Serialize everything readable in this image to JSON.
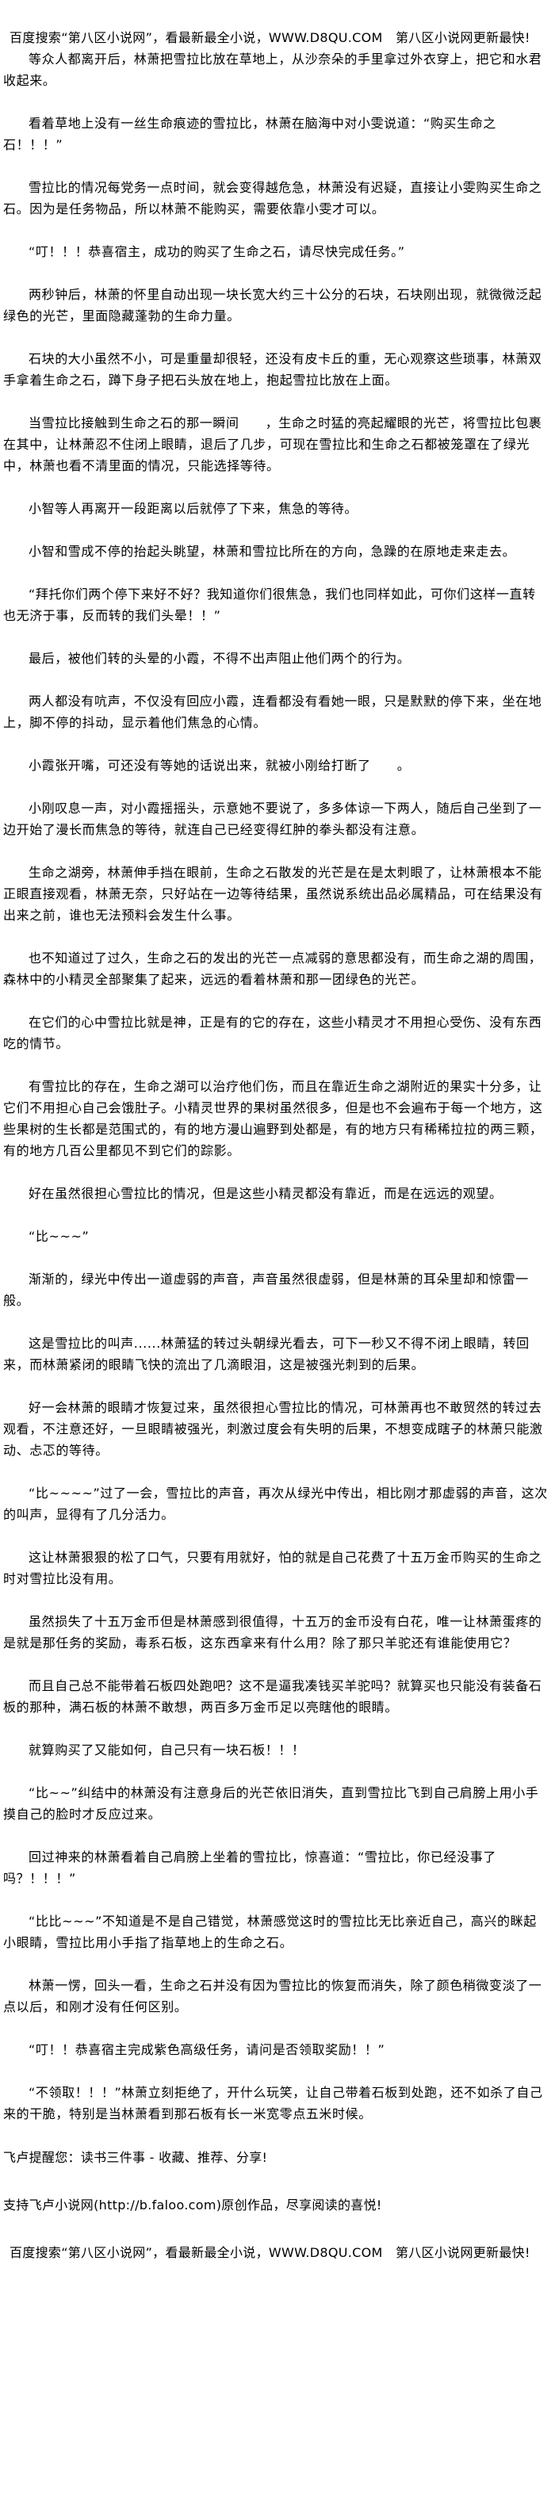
{
  "header": {
    "ad_text": "百度搜索“第八区小说网”，看最新最全小说，WWW.D8QU.COM　第八区小说网更新最快!"
  },
  "chapter": {
    "paragraphs": [
      "等众人都离开后，林萧把雪拉比放在草地上，从沙奈朵的手里拿过外衣穿上，把它和水君收起来。",
      "看着草地上没有一丝生命痕迹的雪拉比，林萧在脑海中对小雯说道：“购买生命之石！！！”",
      "雪拉比的情况每党务一点时间，就会变得越危急，林萧没有迟疑，直接让小雯购买生命之石。因为是任务物品，所以林萧不能购买，需要依靠小雯才可以。",
      "“叮！！！恭喜宿主，成功的购买了生命之石，请尽快完成任务。”",
      "两秒钟后，林萧的怀里自动出现一块长宽大约三十公分的石块，石块刚出现，就微微泛起绿色的光芒，里面隐藏蓬勃的生命力量。",
      "石块的大小虽然不小，可是重量却很轻，还没有皮卡丘的重，无心观察这些琐事，林萧双手拿着生命之石，蹲下身子把石头放在地上，抱起雪拉比放在上面。",
      "当雪拉比接触到生命之石的那一瞬间　　，生命之时猛的亮起耀眼的光芒，将雪拉比包裹在其中，让林萧忍不住闭上眼睛，退后了几步，可现在雪拉比和生命之石都被笼罩在了绿光中，林萧也看不清里面的情况，只能选择等待。",
      "小智等人再离开一段距离以后就停了下来，焦急的等待。",
      "小智和雪成不停的抬起头眺望，林萧和雪拉比所在的方向，急躁的在原地走来走去。",
      "“拜托你们两个停下来好不好？我知道你们很焦急，我们也同样如此，可你们这样一直转也无济于事，反而转的我们头晕！！”",
      "最后，被他们转的头晕的小霞，不得不出声阻止他们两个的行为。",
      "两人都没有吭声，不仅没有回应小霞，连看都没有看她一眼，只是默默的停下来，坐在地上，脚不停的抖动，显示着他们焦急的心情。",
      "小霞张开嘴，可还没有等她的话说出来，就被小刚给打断了　　。",
      "小刚叹息一声，对小霞摇摇头，示意她不要说了，多多体谅一下两人，随后自己坐到了一边开始了漫长而焦急的等待，就连自己已经变得红肿的拳头都没有注意。",
      "生命之湖旁，林萧伸手挡在眼前，生命之石散发的光芒是在是太刺眼了，让林萧根本不能正眼直接观看，林萧无奈，只好站在一边等待结果，虽然说系统出品必属精品，可在结果没有出来之前，谁也无法预料会发生什么事。",
      "也不知道过了过久，生命之石的发出的光芒一点减弱的意思都没有，而生命之湖的周围，森林中的小精灵全部聚集了起来，远远的看着林萧和那一团绿色的光芒。",
      "在它们的心中雪拉比就是神，正是有的它的存在，这些小精灵才不用担心受伤、没有东西吃的情节。",
      "有雪拉比的存在，生命之湖可以治疗他们伤，而且在靠近生命之湖附近的果实十分多，让它们不用担心自己会饿肚子。小精灵世界的果树虽然很多，但是也不会遍布于每一个地方，这些果树的生长都是范围式的，有的地方漫山遍野到处都是，有的地方只有稀稀拉拉的两三颗，有的地方几百公里都见不到它们的踪影。",
      "好在虽然很担心雪拉比的情况，但是这些小精灵都没有靠近，而是在远远的观望。",
      "“比~~~”",
      "渐渐的，绿光中传出一道虚弱的声音，声音虽然很虚弱，但是林萧的耳朵里却和惊雷一般。",
      "这是雪拉比的叫声......林萧猛的转过头朝绿光看去，可下一秒又不得不闭上眼睛，转回来，而林萧紧闭的眼睛飞快的流出了几滴眼泪，这是被强光刺到的后果。",
      "好一会林萧的眼睛才恢复过来，虽然很担心雪拉比的情况，可林萧再也不敢贸然的转过去观看，不注意还好，一旦眼睛被强光，刺激过度会有失明的后果，不想变成瞎子的林萧只能激动、忐忑的等待。",
      "“比~~~~”过了一会，雪拉比的声音，再次从绿光中传出，相比刚才那虚弱的声音，这次的叫声，显得有了几分活力。",
      "这让林萧狠狠的松了口气，只要有用就好，怕的就是自己花费了十五万金币购买的生命之时对雪拉比没有用。",
      "虽然损失了十五万金币但是林萧感到很值得，十五万的金币没有白花，唯一让林萧蛋疼的是就是那任务的奖励，毒系石板，这东西拿来有什么用？除了那只羊驼还有谁能使用它？",
      "而且自己总不能带着石板四处跑吧？这不是逼我凑钱买羊驼吗？就算买也只能没有装备石板的那种，满石板的林萧不敢想，两百多万金币足以亮瞎他的眼睛。",
      "就算购买了又能如何，自己只有一块石板！！！",
      "“比~~”纠结中的林萧没有注意身后的光芒依旧消失，直到雪拉比飞到自己肩膀上用小手摸自己的脸时才反应过来。",
      "回过神来的林萧看着自己肩膀上坐着的雪拉比，惊喜道：“雪拉比，你已经没事了吗？！！！”",
      "“比比~~~”不知道是不是自己错觉，林萧感觉这时的雪拉比无比亲近自己，高兴的眯起小眼睛，雪拉比用小手指了指草地上的生命之石。",
      "林萧一愣，回头一看，生命之石并没有因为雪拉比的恢复而消失，除了颜色稍微变淡了一点以后，和刚才没有任何区别。",
      "“叮！！恭喜宿主完成紫色高级任务，请问是否领取奖励！！”",
      "“不领取！！！”林萧立刻拒绝了，开什么玩笑，让自己带着石板到处跑，还不如杀了自己来的干脆，特别是当林萧看到那石板有长一米宽零点五米时候。"
    ]
  },
  "footer": {
    "reminder": "飞卢提醒您：读书三件事 - 收藏、推荐、分享!",
    "support": "支持飞卢小说网(http://b.faloo.com)原创作品，尽享阅读的喜悦!",
    "ad_text": "百度搜索“第八区小说网”，看最新最全小说，WWW.D8QU.COM　第八区小说网更新最快!"
  }
}
